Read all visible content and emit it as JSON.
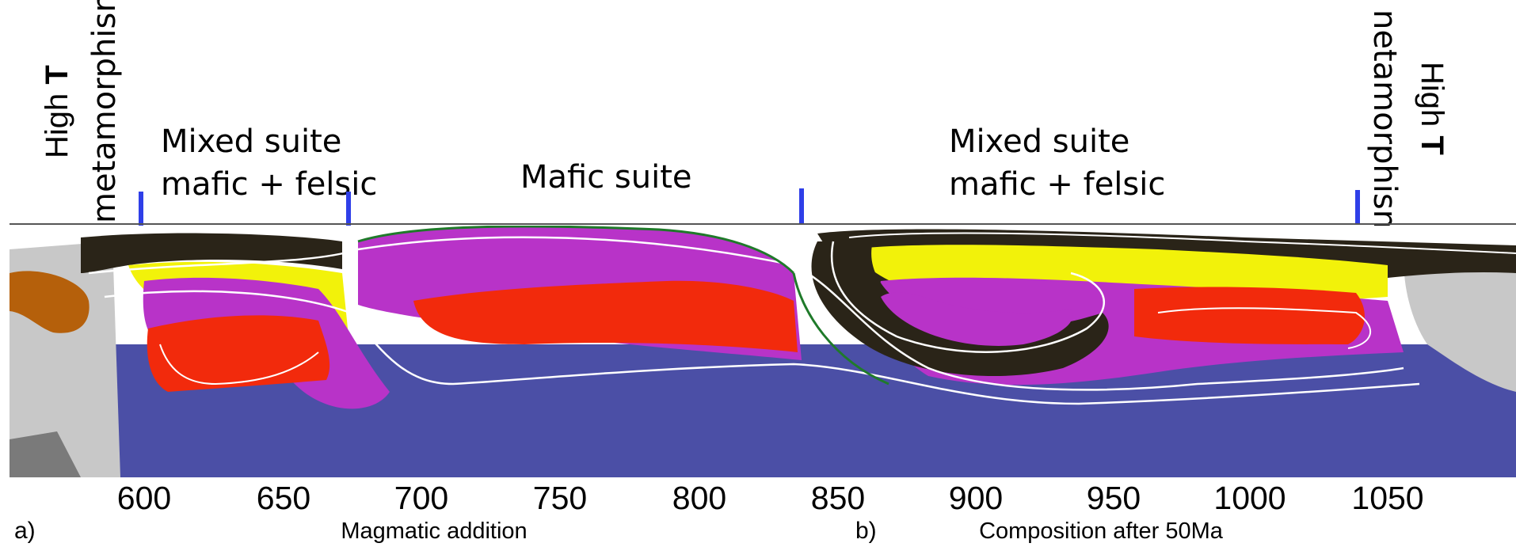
{
  "left_label": {
    "line1_prefix": "High ",
    "line1_bold": "T",
    "line2": "metamorphisr"
  },
  "right_label": {
    "line1_prefix": "High ",
    "line1_bold": "T",
    "line2": "netamorphism"
  },
  "suites": [
    {
      "line1": "Mixed suite",
      "line2": "mafic + felsic"
    },
    {
      "line1": "Mafic suite"
    },
    {
      "line1": "Mixed suite",
      "line2": "mafic + felsic"
    }
  ],
  "x_ticks": [
    "600",
    "650",
    "700",
    "750",
    "800",
    "850",
    "900",
    "950",
    "1000",
    "1050"
  ],
  "panels": [
    {
      "letter": "a)",
      "caption": "Magmatic addition"
    },
    {
      "letter": "b)",
      "caption": "Composition after 50Ma"
    }
  ],
  "colors": {
    "basement_blue": "#4b4fa6",
    "mafic_purple": "#b833c8",
    "red_layer": "#f22a0c",
    "yellow_layer": "#f2f20a",
    "dark_layer": "#2a2418",
    "grey_crust": "#c8c8c8",
    "brown_body": "#b5600b",
    "marker_blue": "#2f3fe8"
  }
}
